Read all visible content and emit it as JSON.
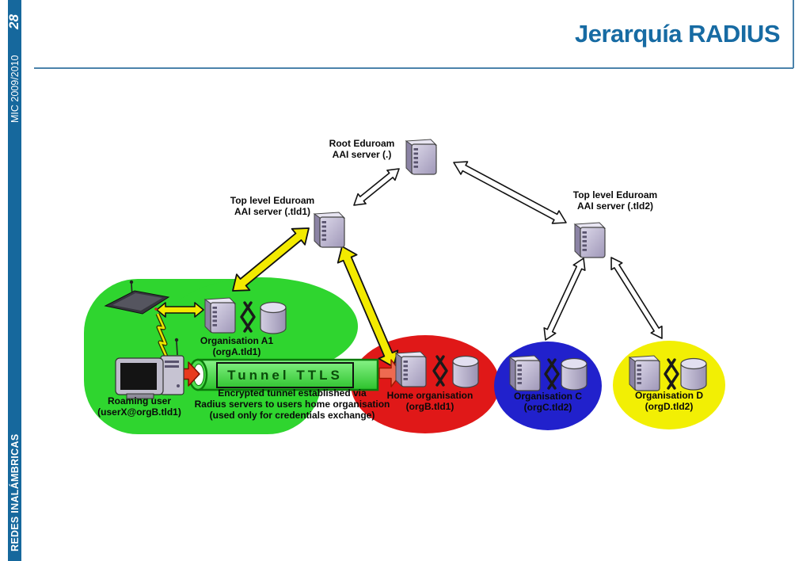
{
  "slide": {
    "page_number": "28",
    "sidebar_top": "MIC 2009/2010",
    "sidebar_bottom": "REDES INALÁMBRICAS",
    "title": "Jerarquía RADIUS"
  },
  "colors": {
    "sidebar_blue": "#16689d",
    "title_blue": "#176ba3",
    "rule_blue": "#4b83ab",
    "org_green": "#2fd52f",
    "org_red": "#e01818",
    "org_blue": "#2121cc",
    "org_yellow": "#f2ef04",
    "tunnel_green": "#4fdf4f",
    "tunnel_border": "#0b7a0b",
    "arrow_white": "#ffffff",
    "arrow_yellow": "#f3ea00",
    "arrow_red": "#e8391d",
    "arrow_red_light": "#ee6a50",
    "arrow_outline": "#111111",
    "server_gray": "#b4abc9"
  },
  "icons": {
    "server": "server-icon (3d box)",
    "database": "database-cylinder-icon",
    "link": "double-chevron-link-icon",
    "access_point": "wireless-access-point-icon",
    "computer": "desktop-computer-icon",
    "lightning": "wireless-bolt-icon"
  },
  "diagram": {
    "root_server": {
      "line1": "Root Eduroam",
      "line2": "AAI server (.)"
    },
    "tld1_server": {
      "line1": "Top level Eduroam",
      "line2": "AAI server (.tld1)"
    },
    "tld2_server": {
      "line1": "Top level Eduroam",
      "line2": "AAI server (.tld2)"
    },
    "org_a": {
      "line1": "Organisation A1",
      "line2": "(orgA.tld1)"
    },
    "roaming_user": {
      "line1": "Roaming user",
      "line2": "(userX@orgB.tld1)"
    },
    "home_org": {
      "line1": "Home organisation",
      "line2": "(orgB.tld1)"
    },
    "org_c": {
      "line1": "Organisation C",
      "line2": "(orgC.tld2)"
    },
    "org_d": {
      "line1": "Organisation D",
      "line2": "(orgD.tld2)"
    },
    "tunnel": {
      "label": "Tunnel TTLS",
      "note_line1": "Encrypted tunnel established via",
      "note_line2": "Radius servers to users home organisation",
      "note_line3": "(used only for credentials exchange)"
    }
  }
}
